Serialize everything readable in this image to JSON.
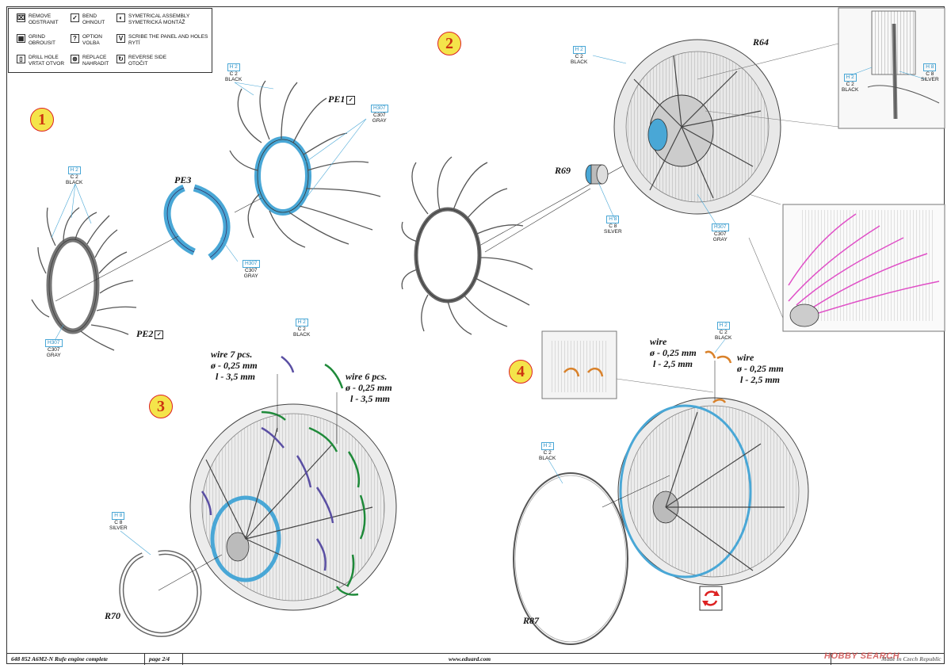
{
  "legend": {
    "remove": [
      "REMOVE",
      "ODSTRANIT"
    ],
    "bend": [
      "BEND",
      "OHNOUT"
    ],
    "symmetrical": [
      "SYMETRICAL ASSEMBLY",
      "SYMETRICKÁ MONTÁŽ"
    ],
    "grind": [
      "GRIND",
      "OBROUSIT"
    ],
    "option": [
      "OPTION",
      "VOLBA"
    ],
    "scribe": [
      "SCRIBE THE PANEL AND HOLES",
      "RYTÍ"
    ],
    "drill": [
      "DRILL HOLE",
      "VRTAT OTVOR"
    ],
    "replace": [
      "REPLACE",
      "NAHRADIT"
    ],
    "reverse": [
      "REVERSE SIDE",
      "OTOČIT"
    ]
  },
  "steps": [
    "1",
    "2",
    "3",
    "4"
  ],
  "codes": {
    "h2": {
      "h": "H 2",
      "c": "C 2",
      "n": "BLACK"
    },
    "h307": {
      "h": "H307",
      "c": "C307",
      "n": "GRAY"
    },
    "h8": {
      "h": "H 8",
      "c": "C 8",
      "n": "SILVER"
    }
  },
  "parts": {
    "pe1": "PE1",
    "pe2": "PE2",
    "pe3": "PE3",
    "r64": "R64",
    "r69": "R69",
    "r70": "R70",
    "r87": "R87"
  },
  "wires": {
    "w7_title": "wire 7 pcs.",
    "w6_title": "wire 6 pcs.",
    "wire": "wire",
    "d025": "ø - 0,25 mm",
    "l35": "l - 3,5 mm",
    "l25": "l - 2,5 mm"
  },
  "footer": {
    "kit": "648 852  A6M2-N Rufe engine complete",
    "page": "page 2/4",
    "url": "www.eduard.com",
    "made": "Made in Czech Republic",
    "watermark": "HOBBY SEARCH"
  },
  "colors": {
    "blue": "#49a7d6",
    "green": "#1f8a3a",
    "purple": "#5a4fa3",
    "orange": "#d9822b",
    "magenta": "#e04fc7",
    "step_fill": "#f4e44a",
    "step_border": "#d22"
  }
}
